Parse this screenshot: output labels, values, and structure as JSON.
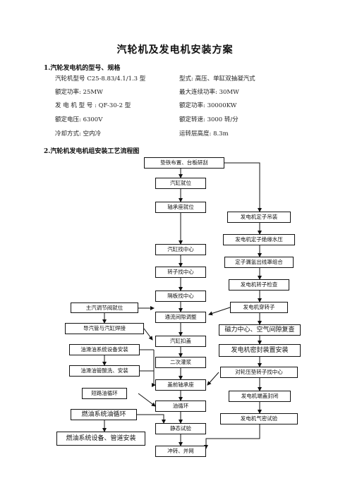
{
  "title": "汽轮机及发电机安装方案",
  "section1": {
    "heading": "1.汽轮发电机的型号、规格",
    "specs": [
      {
        "left": "汽轮机型号 C25-8.83/4.1/1.3 型",
        "right": "型式: 高压、单缸双抽凝汽式"
      },
      {
        "left": "额定功率: 25MW",
        "right": "最大连续功率: 30MW"
      },
      {
        "left": "发 电 机 型 号 : QF-30-2 型",
        "right": "额定功率: 30000KW"
      },
      {
        "left": "额定电压: 6300V",
        "right": "额定转速: 3000 转/分"
      },
      {
        "left": "冷却方式: 空内冷",
        "right": "运转层高度:  8.3m"
      }
    ]
  },
  "section2": {
    "heading": "2.汽轮机发电机组安装工艺流程图"
  },
  "flow": {
    "top": "垫铁布置、台板研刮",
    "main": [
      "汽缸就位",
      "轴承座就位",
      "汽缸找中心",
      "转子找中心",
      "隔板找中心",
      "通流间隙调整",
      "汽缸扣盖",
      "二次灌浆",
      "盖前轴承座",
      "油循环",
      "静态试验",
      "冲转、并网"
    ],
    "gen": [
      "发电机定子吊装",
      "发电机定子绝缘水压",
      "定子漏氢出线罩组合",
      "发电机转子检查",
      "发电机穿转子",
      "磁力中心、空气间隙复查",
      "发电机密封装置安装",
      "对轮压垫转子找中心",
      "发电机端盖封闭",
      "发电机气密试验"
    ],
    "left": [
      "主汽调节阀就位",
      "导汽管与汽缸焊接",
      "油滑油系统设备安装",
      "油滑油管酸洗、安装",
      "短路油循环",
      "燃油系统油循环",
      "燃油系统设备、管道安装"
    ]
  }
}
